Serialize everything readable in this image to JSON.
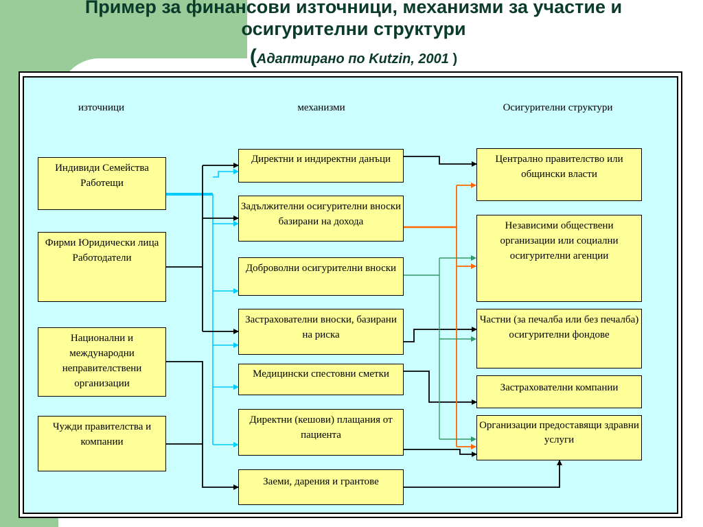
{
  "title": "Пример за финансови източници, механизми за участие и осигурителни структури",
  "subtitle": {
    "open": "(",
    "text": "Адаптирано по Kutzin, 2001",
    "close": " )"
  },
  "headers": {
    "sources": "източници",
    "mechanisms": "механизми",
    "structures": "Осигурителни структури"
  },
  "sources": [
    "Индивиди Семейства Работещи",
    "Фирми Юридически лица Работодатели",
    "Национални и международни неправителствени организации",
    "Чужди правителства и компании"
  ],
  "mechanisms": [
    "Директни и индиректни данъци",
    "Задължителни осигурителни вноски базирани на дохода",
    "Доброволни осигурителни вноски",
    "Застрахователни вноски, базирани на риска",
    "Медицински спестовни сметки",
    "Директни (кешови) плащания от пациента",
    "Заеми, дарения и грантове"
  ],
  "structures": [
    "Централно правителство или общински власти",
    "Независими обществени организации или социални осигурителни агенции",
    "Частни (за печалба или без печалба) осигурителни фондове",
    "Застрахователни компании",
    "Организации предоставящи здравни услуги"
  ],
  "colors": {
    "background_green": "#99cc99",
    "panel": "#ccffff",
    "box": "#ffff99",
    "title": "#0a3a2a",
    "line_black": "#000000",
    "line_cyan": "#00ccff",
    "line_orange": "#ff6600",
    "line_green": "#339966"
  }
}
